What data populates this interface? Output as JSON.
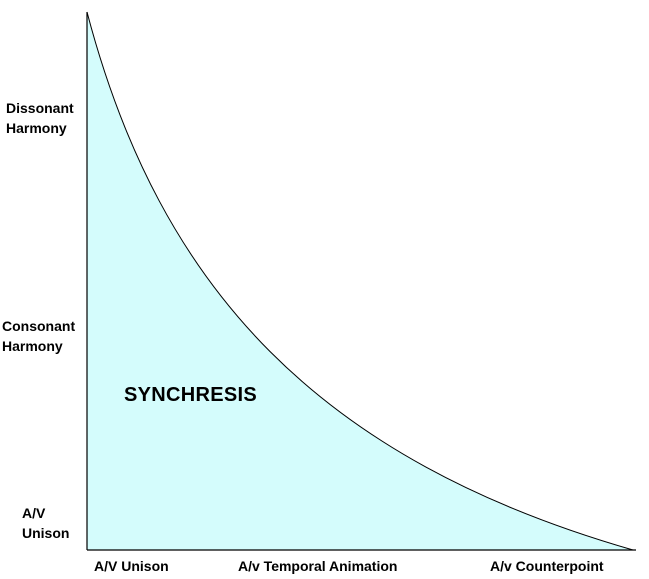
{
  "y_axis_labels": {
    "top_line1": "Dissonant",
    "top_line2": "Harmony",
    "mid_line1": "Consonant",
    "mid_line2": "Harmony",
    "bottom_line1": "A/V",
    "bottom_line2": "Unison"
  },
  "x_axis_labels": {
    "left": "A/V Unison",
    "center": "A/v Temporal Animation",
    "right": "A/v Counterpoint"
  },
  "region_label": "SYNCHRESIS",
  "colors": {
    "fill": "#d4fcfc",
    "stroke": "#000000",
    "text": "#000000"
  }
}
